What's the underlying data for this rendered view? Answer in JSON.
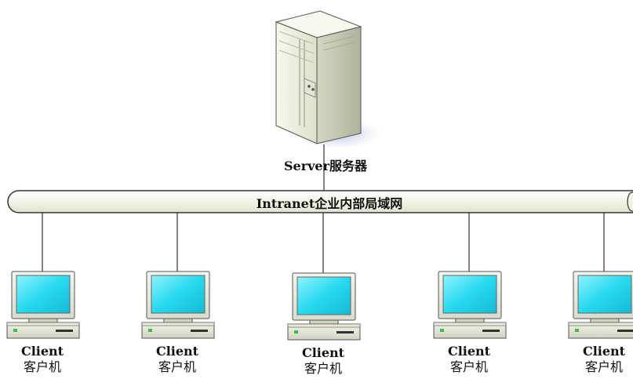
{
  "server": {
    "label": "Server服务器"
  },
  "network": {
    "label": "Intranet企业内部局域网"
  },
  "clients": [
    {
      "line1": "Client",
      "line2": "客户机"
    },
    {
      "line1": "Client",
      "line2": "客户机"
    },
    {
      "line1": "Client",
      "line2": "客户机"
    },
    {
      "line1": "Client",
      "line2": "客户机"
    },
    {
      "line1": "Client",
      "line2": "客户机"
    }
  ],
  "colors": {
    "bus_fill": "#f1f4e6",
    "screen": "#27d9ef",
    "server_body": "#e9ecd9",
    "line": "#444444"
  }
}
